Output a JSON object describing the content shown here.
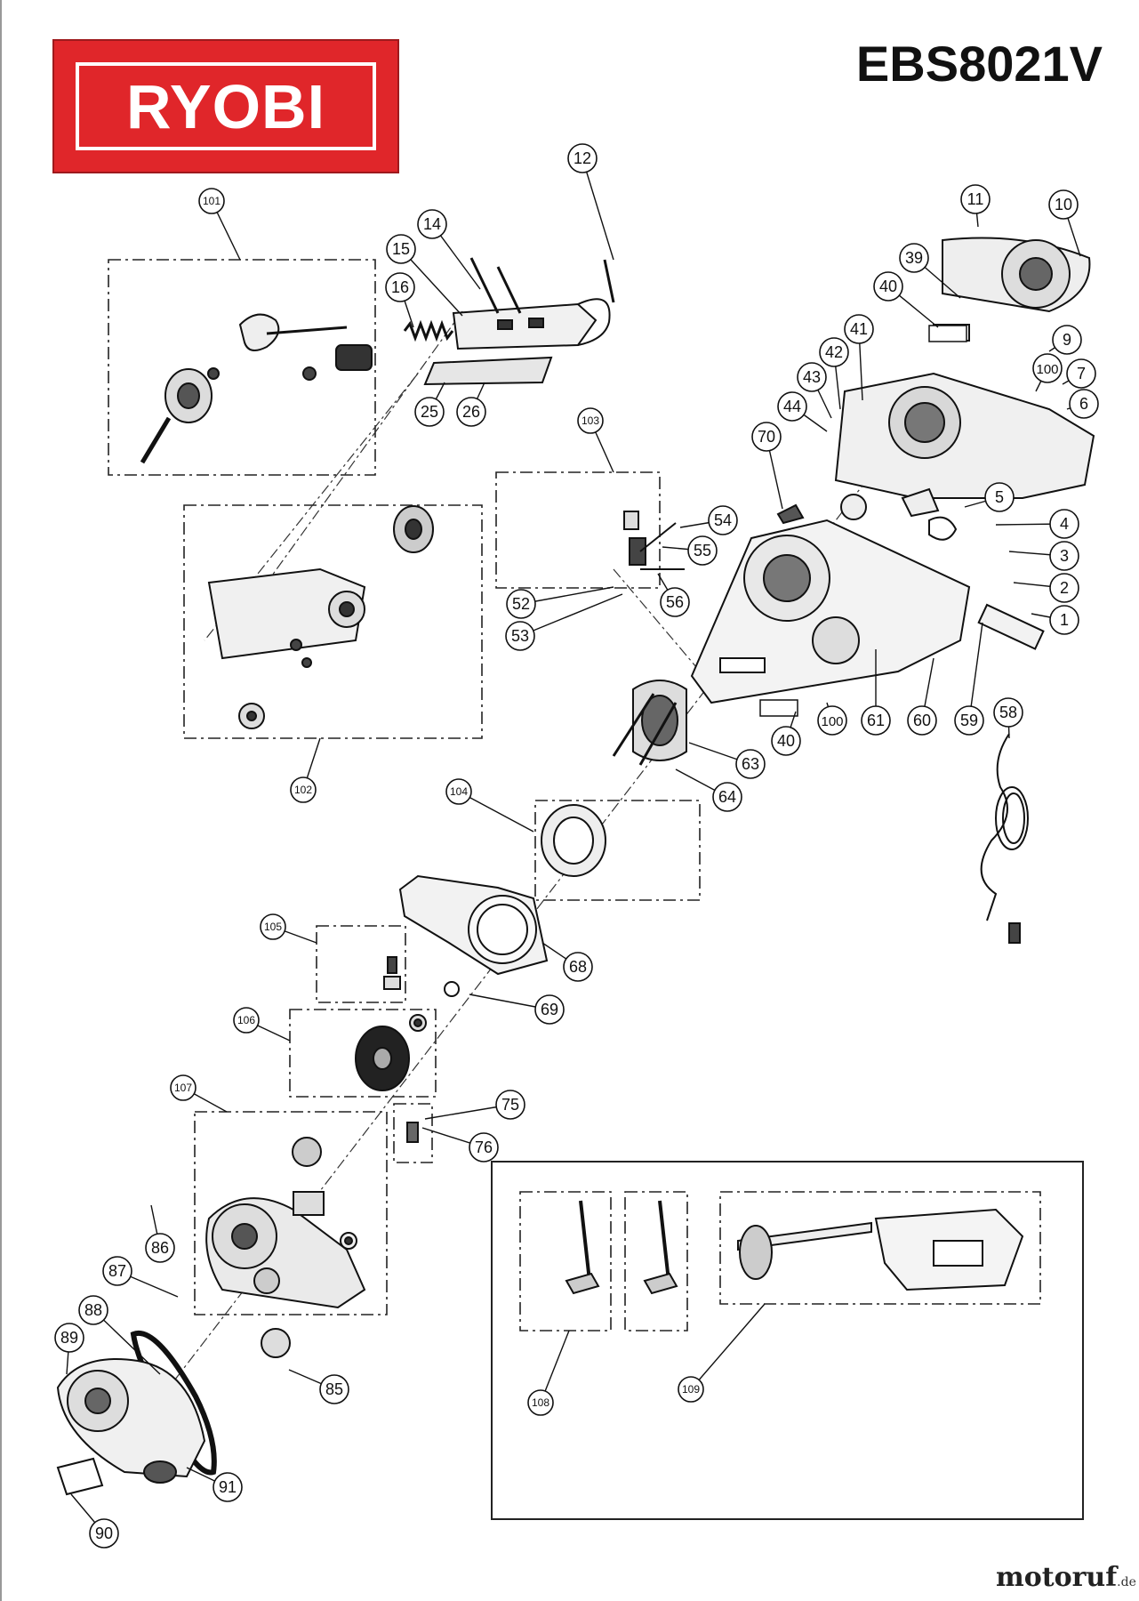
{
  "brand": {
    "name": "RYOBI",
    "color": "#e0262a"
  },
  "model": "EBS8021V",
  "watermark": {
    "main": "motoruf",
    "suffix": ".de"
  },
  "callouts": [
    {
      "n": "1"
    },
    {
      "n": "2"
    },
    {
      "n": "3"
    },
    {
      "n": "4"
    },
    {
      "n": "5"
    },
    {
      "n": "6"
    },
    {
      "n": "7"
    },
    {
      "n": "9"
    },
    {
      "n": "10"
    },
    {
      "n": "11"
    },
    {
      "n": "12"
    },
    {
      "n": "14"
    },
    {
      "n": "15"
    },
    {
      "n": "16"
    },
    {
      "n": "25"
    },
    {
      "n": "26"
    },
    {
      "n": "39"
    },
    {
      "n": "40"
    },
    {
      "n": "41"
    },
    {
      "n": "42"
    },
    {
      "n": "43"
    },
    {
      "n": "44"
    },
    {
      "n": "52"
    },
    {
      "n": "53"
    },
    {
      "n": "54"
    },
    {
      "n": "55"
    },
    {
      "n": "56"
    },
    {
      "n": "58"
    },
    {
      "n": "59"
    },
    {
      "n": "60"
    },
    {
      "n": "61"
    },
    {
      "n": "63"
    },
    {
      "n": "64"
    },
    {
      "n": "68"
    },
    {
      "n": "69"
    },
    {
      "n": "70"
    },
    {
      "n": "75"
    },
    {
      "n": "76"
    },
    {
      "n": "85"
    },
    {
      "n": "86"
    },
    {
      "n": "87"
    },
    {
      "n": "88"
    },
    {
      "n": "89"
    },
    {
      "n": "90"
    },
    {
      "n": "91"
    },
    {
      "n": "100"
    },
    {
      "n": "40"
    },
    {
      "n": "100"
    },
    {
      "n": "101"
    },
    {
      "n": "102"
    },
    {
      "n": "103"
    },
    {
      "n": "104"
    },
    {
      "n": "105"
    },
    {
      "n": "106"
    },
    {
      "n": "107"
    },
    {
      "n": "108"
    },
    {
      "n": "109"
    }
  ],
  "assemblies": [
    {
      "id": "101"
    },
    {
      "id": "102"
    },
    {
      "id": "103"
    },
    {
      "id": "104"
    },
    {
      "id": "105"
    },
    {
      "id": "106"
    },
    {
      "id": "107"
    },
    {
      "id": "108"
    },
    {
      "id": "109"
    }
  ]
}
